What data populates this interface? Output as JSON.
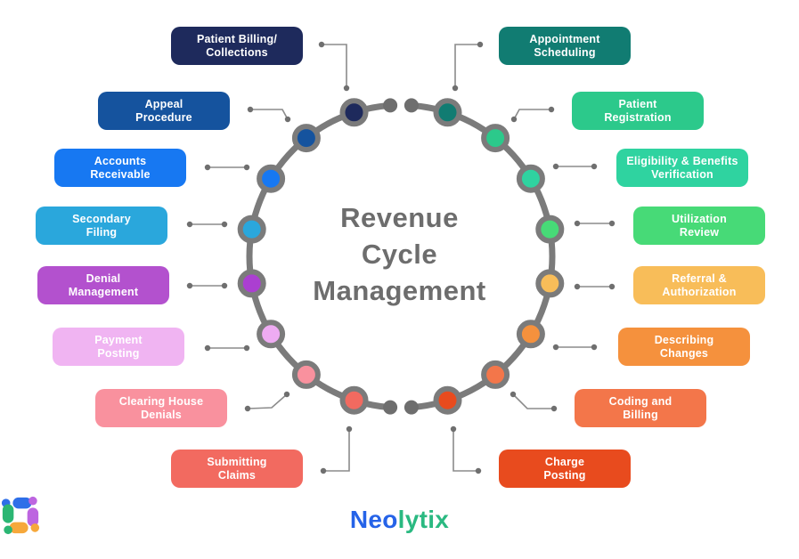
{
  "title": {
    "lines": [
      "Revenue",
      "Cycle",
      "Management"
    ],
    "color": "#6d6d6d"
  },
  "ring": {
    "color": "#7b7b7b",
    "gap_dot_color": "#6e6e6e",
    "node_stroke_color": "#7b7b7b"
  },
  "connector_style": {
    "line_color": "#8b8b8b",
    "dot_color": "#6f6f6f"
  },
  "items": [
    {
      "id": "appointment-scheduling",
      "lines": [
        "Appointment",
        "Scheduling"
      ],
      "box_color": "#117c72",
      "node_color": "#117c72",
      "text_color": "#ffffff"
    },
    {
      "id": "patient-registration",
      "lines": [
        "Patient",
        "Registration"
      ],
      "box_color": "#2cc98b",
      "node_color": "#2cc98b",
      "text_color": "#ffffff"
    },
    {
      "id": "eligibility-benefits-verification",
      "lines": [
        "Eligibility & Benefits",
        "Verification"
      ],
      "box_color": "#2fd3a0",
      "node_color": "#2fd3a0",
      "text_color": "#ffffff"
    },
    {
      "id": "utilization-review",
      "lines": [
        "Utilization",
        "Review"
      ],
      "box_color": "#47da77",
      "node_color": "#47da77",
      "text_color": "#ffffff"
    },
    {
      "id": "referral-authorization",
      "lines": [
        "Referral &",
        "Authorization"
      ],
      "box_color": "#f8bd59",
      "node_color": "#f8bd59",
      "text_color": "#ffffff"
    },
    {
      "id": "describing-changes",
      "lines": [
        "Describing",
        "Changes"
      ],
      "box_color": "#f5913d",
      "node_color": "#f5913d",
      "text_color": "#ffffff"
    },
    {
      "id": "coding-and-billing",
      "lines": [
        "Coding and",
        "Billing"
      ],
      "box_color": "#f3764a",
      "node_color": "#f3764a",
      "text_color": "#ffffff"
    },
    {
      "id": "charge-posting",
      "lines": [
        "Charge",
        "Posting"
      ],
      "box_color": "#e84b1e",
      "node_color": "#e84b1e",
      "text_color": "#ffffff"
    },
    {
      "id": "submitting-claims",
      "lines": [
        "Submitting",
        "Claims"
      ],
      "box_color": "#f26a60",
      "node_color": "#f26a60",
      "text_color": "#ffffff"
    },
    {
      "id": "clearing-house-denials",
      "lines": [
        "Clearing House",
        "Denials"
      ],
      "box_color": "#f9919e",
      "node_color": "#f9919e",
      "text_color": "#ffffff"
    },
    {
      "id": "payment-posting",
      "lines": [
        "Payment",
        "Posting"
      ],
      "box_color": "#f0b4f2",
      "node_color": "#eeabf2",
      "text_color": "#ffffff"
    },
    {
      "id": "denial-management",
      "lines": [
        "Denial",
        "Management"
      ],
      "box_color": "#b351ce",
      "node_color": "#ab3fd1",
      "text_color": "#ffffff"
    },
    {
      "id": "secondary-filing",
      "lines": [
        "Secondary",
        "Filing"
      ],
      "box_color": "#2aa7dc",
      "node_color": "#2aa7dc",
      "text_color": "#ffffff"
    },
    {
      "id": "accounts-receivable",
      "lines": [
        "Accounts",
        "Receivable"
      ],
      "box_color": "#1778f2",
      "node_color": "#1778f2",
      "text_color": "#ffffff"
    },
    {
      "id": "appeal-procedure",
      "lines": [
        "Appeal",
        "Procedure"
      ],
      "box_color": "#15539e",
      "node_color": "#15539e",
      "text_color": "#ffffff"
    },
    {
      "id": "patient-billing-collections",
      "lines": [
        "Patient Billing/",
        "Collections"
      ],
      "box_color": "#1e2a5c",
      "node_color": "#1e2a5c",
      "text_color": "#ffffff"
    }
  ],
  "logo": {
    "brand_prefix": "Neo",
    "brand_suffix": "lytix",
    "prefix_color": "#2563e8",
    "suffix_color": "#2ab981",
    "icon_colors": {
      "blue": "#2e6fe8",
      "purple": "#bd65e0",
      "green": "#2bb673",
      "orange": "#f6a83b"
    }
  }
}
